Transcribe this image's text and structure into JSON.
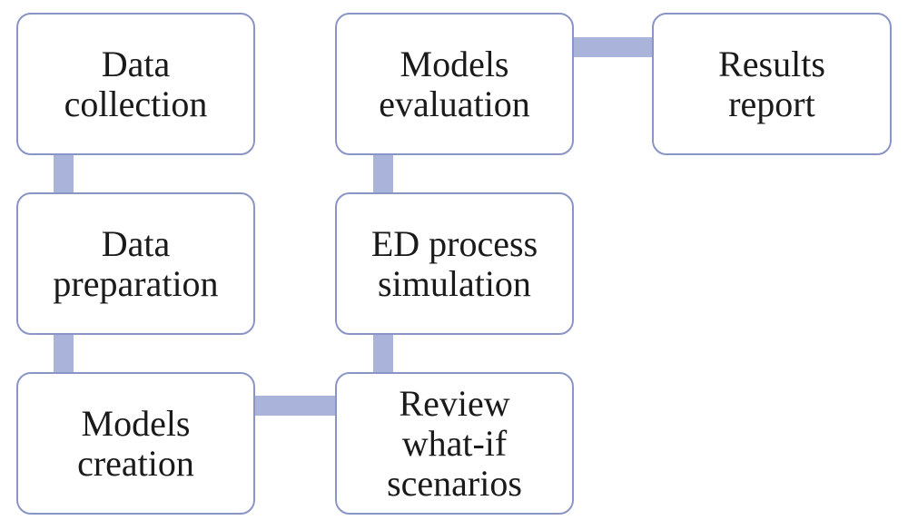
{
  "diagram": {
    "nodes": {
      "data_collection": {
        "lines": [
          "Data",
          "collection"
        ]
      },
      "data_preparation": {
        "lines": [
          "Data",
          "preparation"
        ]
      },
      "models_creation": {
        "lines": [
          "Models",
          "creation"
        ]
      },
      "review_scenarios": {
        "lines": [
          "Review",
          "what-if",
          "scenarios"
        ]
      },
      "ed_process_simulation": {
        "lines": [
          "ED process",
          "simulation"
        ]
      },
      "models_evaluation": {
        "lines": [
          "Models",
          "evaluation"
        ]
      },
      "results_report": {
        "lines": [
          "Results",
          "report"
        ]
      }
    },
    "edges": [
      [
        "data_collection",
        "data_preparation"
      ],
      [
        "data_preparation",
        "models_creation"
      ],
      [
        "models_creation",
        "review_scenarios"
      ],
      [
        "review_scenarios",
        "ed_process_simulation"
      ],
      [
        "ed_process_simulation",
        "models_evaluation"
      ],
      [
        "models_evaluation",
        "results_report"
      ]
    ],
    "colors": {
      "connector": "#aab4da",
      "node_border": "#8a95c6",
      "text": "#1a1a1a"
    }
  }
}
